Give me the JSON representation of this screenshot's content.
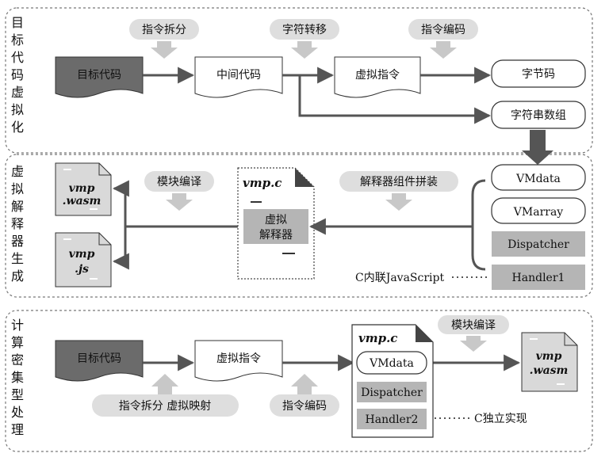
{
  "colors": {
    "dark_doc": "#6b6b6b",
    "mid_gray": "#b5b5b5",
    "light_gray": "#d9d9d9",
    "callout_bg": "#dedede",
    "line": "#555555",
    "white": "#ffffff"
  },
  "sections": {
    "s1": {
      "title_chars": [
        "目",
        "标",
        "代",
        "码",
        "虚",
        "拟",
        "化"
      ]
    },
    "s2": {
      "title_chars": [
        "虚",
        "拟",
        "解",
        "释",
        "器",
        "生",
        "成"
      ]
    },
    "s3": {
      "title_chars": [
        "计",
        "算",
        "密",
        "集",
        "型",
        "处",
        "理"
      ]
    }
  },
  "row1": {
    "callouts": [
      "指令拆分",
      "字符转移",
      "指令编码"
    ],
    "doc_target": "目标代码",
    "doc_middle": "中间代码",
    "doc_virtual": "虚拟指令",
    "out_bytes": "字节码",
    "out_string": "字符串数组"
  },
  "row2": {
    "callout_compile": "模块编译",
    "callout_assemble": "解释器组件拼装",
    "file_wasm_1": "vmp",
    "file_wasm_2": ".wasm",
    "file_js_1": "vmp",
    "file_js_2": ".js",
    "vmpc_title": "vmp.c",
    "interp_1": "虚拟",
    "interp_2": "解释器",
    "vmdata": "VMdata",
    "vmarray": "VMarray",
    "dispatcher": "Dispatcher",
    "handler1": "Handler1",
    "note_inline": "C内联JavaScript"
  },
  "row3": {
    "doc_target": "目标代码",
    "doc_virtual": "虚拟指令",
    "callout_split_map": "指令拆分 虚拟映射",
    "callout_encode": "指令编码",
    "callout_compile": "模块编译",
    "vmpc_title": "vmp.c",
    "vmdata": "VMdata",
    "dispatcher": "Dispatcher",
    "handler2": "Handler2",
    "file_wasm_1": "vmp",
    "file_wasm_2": ".wasm",
    "note_independent": "C独立实现"
  }
}
